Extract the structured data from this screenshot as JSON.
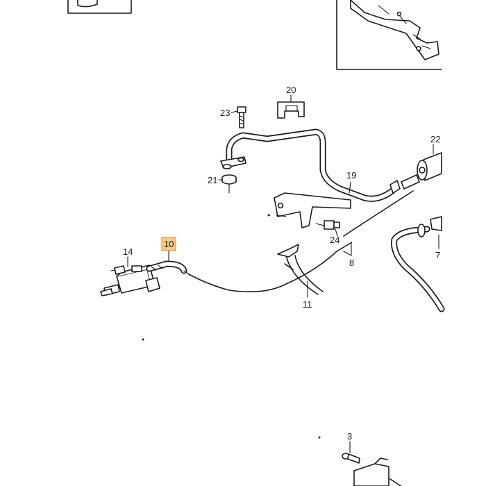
{
  "callouts": [
    {
      "id": "c20",
      "text": "20"
    },
    {
      "id": "c23",
      "text": "23"
    },
    {
      "id": "c21",
      "text": "21"
    },
    {
      "id": "c22",
      "text": "22"
    },
    {
      "id": "c19",
      "text": "19"
    },
    {
      "id": "c14",
      "text": "14"
    },
    {
      "id": "c10",
      "text": "10",
      "highlighted": true
    },
    {
      "id": "c24",
      "text": "24"
    },
    {
      "id": "c8",
      "text": "8"
    },
    {
      "id": "c7",
      "text": "7"
    },
    {
      "id": "c11",
      "text": "11"
    },
    {
      "id": "c3",
      "text": "3"
    }
  ],
  "colors": {
    "line": "#1a1a1a",
    "highlight_fill": "#f7c98a",
    "highlight_border": "#e89a3c",
    "background": "#ffffff"
  }
}
